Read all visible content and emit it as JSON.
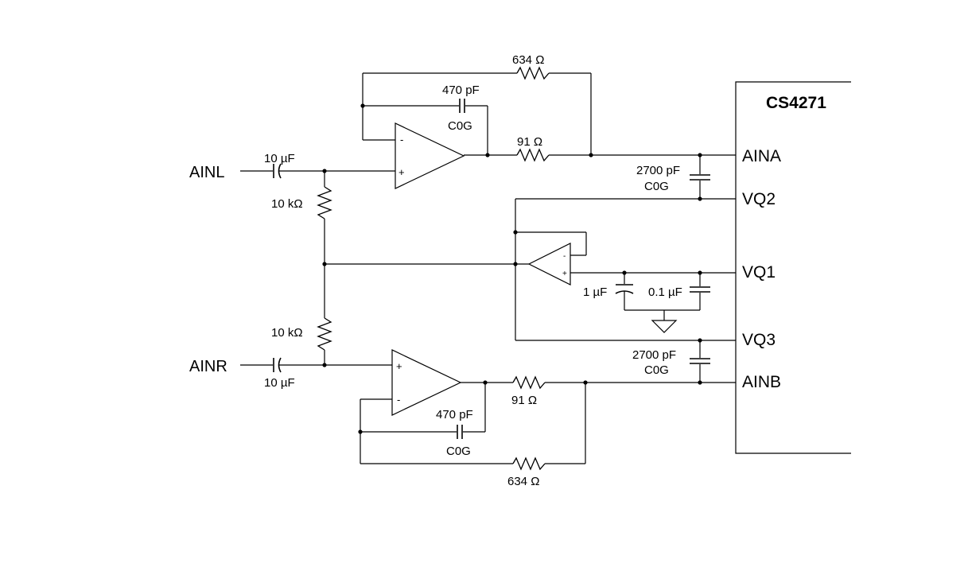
{
  "chip": {
    "name": "CS4271",
    "pins": {
      "aina": "AINA",
      "vq2": "VQ2",
      "vq1": "VQ1",
      "vq3": "VQ3",
      "ainb": "AINB"
    }
  },
  "inputs": {
    "left": "AINL",
    "right": "AINR"
  },
  "components": {
    "c_in_left": "10 µF",
    "c_in_right": "10 µF",
    "r_bias_top": "10 kΩ",
    "r_bias_bottom": "10 kΩ",
    "r_fb_top": "634 Ω",
    "c_fb_top": "470 pF",
    "c_fb_top_type": "C0G",
    "r_series_top": "91 Ω",
    "c_filter_top": "2700 pF",
    "c_filter_top_type": "C0G",
    "c_vq_1uf": "1 µF",
    "c_vq_01uf": "0.1 µF",
    "r_series_bottom": "91 Ω",
    "c_fb_bottom": "470 pF",
    "c_fb_bottom_type": "C0G",
    "r_fb_bottom": "634 Ω",
    "c_filter_bottom": "2700 pF",
    "c_filter_bottom_type": "C0G"
  },
  "opamp_signs": {
    "minus": "-",
    "plus": "+"
  }
}
